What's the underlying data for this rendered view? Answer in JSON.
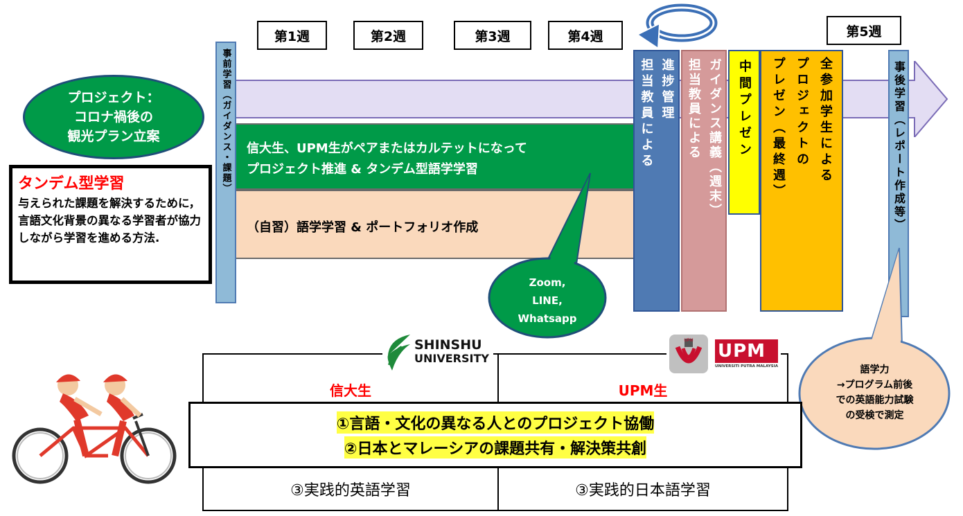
{
  "weeks": [
    "第1週",
    "第2週",
    "第3週",
    "第4週",
    "第5週"
  ],
  "project_title": "プロジェクト：\nコロナ禍後の\n観光プラン立案",
  "tandem": {
    "title": "タンデム型学習",
    "body": "与えられた課題を解決するために，言語文化背景の異なる学習者が協力しながら学習を進める方法."
  },
  "pre_study": "事前学習（ガイダンス・課題）",
  "post_study": "事後学習（レポート作成等）",
  "green_band": {
    "line1": "信大生、UPM生がペアまたはカルテットになって",
    "line2": "プロジェクト推進 & タンデム型語学学習"
  },
  "peach_band": "（自習）語学学習 & ポートフォリオ作成",
  "tools_bubble": "Zoom,\nLINE,\nWhatsapp",
  "progress_col1": "進捗管理",
  "progress_col2": "担当教員による",
  "guidance_col1": "ガイダンス講義（週末）",
  "guidance_col2": "担当教員による",
  "midterm": "中間プレゼン",
  "final_col1": "プレゼン（最終週）",
  "final_col2": "プロジェクトの",
  "final_col3": "全参加学生による",
  "language_bubble": "語学力\n→プログラム前後\nでの英語能力試験\nの受検で測定",
  "shinshu_logo": {
    "line1": "SHINSHU",
    "line2": "UNIVERSITY"
  },
  "upm_logo": {
    "text": "UPM",
    "small": "UNIVERSITI PUTRA MALAYSIA",
    "seal_text": "UPM"
  },
  "table": {
    "left_header": "信大生",
    "right_header": "UPM生",
    "goal1": "①言語・文化の異なる人とのプロジェクト協働",
    "goal2": "②日本とマレーシアの課題共有・解決策共創",
    "left_goal3": "③実践的英語学習",
    "right_goal3": "③実践的日本語学習"
  },
  "colors": {
    "green": "#009a48",
    "peach": "#fad9bc",
    "blue": "#4f7ab3",
    "rose": "#d59a9a",
    "yellow": "#ffff00",
    "orange": "#ffc000",
    "lavender": "#e3ddf3",
    "light_blue": "#8fbad7",
    "highlight": "#ffff44",
    "red": "#ff0000"
  },
  "icons": [
    "tandem-bicycle-icon",
    "loop-arrow-icon",
    "shinshu-leaf-icon",
    "upm-seal-icon"
  ]
}
